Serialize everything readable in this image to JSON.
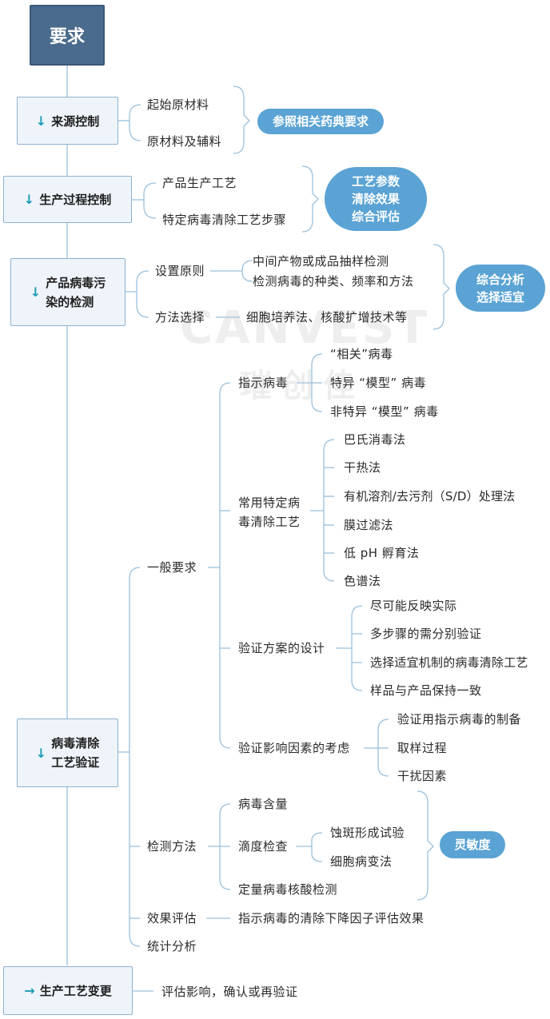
{
  "root": {
    "label": "要求"
  },
  "sections": {
    "source": {
      "label": "来源控制",
      "items": [
        "起始原材料",
        "原材料及辅料"
      ],
      "note": "参照相关药典要求"
    },
    "process": {
      "label": "生产过程控制",
      "items": [
        "产品生产工艺",
        "特定病毒清除工艺步骤"
      ],
      "note": [
        "工艺参数",
        "清除效果",
        "综合评估"
      ]
    },
    "detection": {
      "label_lines": [
        "产品病毒污",
        "染的检测"
      ],
      "principle": {
        "label": "设置原则",
        "items": [
          "中间产物或成品抽样检测",
          "检测病毒的种类、频率和方法"
        ]
      },
      "method": {
        "label": "方法选择",
        "item": "细胞培养法、核酸扩增技术等"
      },
      "note": [
        "综合分析",
        "选择适宜"
      ]
    },
    "validation": {
      "label_lines": [
        "病毒清除",
        "工艺验证"
      ],
      "general": {
        "label": "一般要求",
        "indicator": {
          "label": "指示病毒",
          "items": [
            "“相关”病毒",
            "特异 “模型” 病毒",
            "非特异 “模型” 病毒"
          ]
        },
        "common": {
          "label_lines": [
            "常用特定病",
            "毒清除工艺"
          ],
          "items": [
            "巴氏消毒法",
            "干热法",
            "有机溶剂/去污剂（S/D）处理法",
            "膜过滤法",
            "低 pH 孵育法",
            "色谱法"
          ]
        },
        "design": {
          "label": "验证方案的设计",
          "items": [
            "尽可能反映实际",
            "多步骤的需分别验证",
            "选择适宜机制的病毒清除工艺",
            "样品与产品保持一致"
          ]
        },
        "factors": {
          "label": "验证影响因素的考虑",
          "items": [
            "验证用指示病毒的制备",
            "取样过程",
            "干扰因素"
          ]
        }
      },
      "detection_method": {
        "label": "检测方法",
        "content": "病毒含量",
        "titer": {
          "label": "滴度检查",
          "items": [
            "蚀斑形成试验",
            "细胞病变法"
          ]
        },
        "nucleic": "定量病毒核酸检测",
        "note": "灵敏度"
      },
      "effect": {
        "label": "效果评估",
        "item": "指示病毒的清除下降因子评估效果"
      },
      "stats": {
        "label": "统计分析"
      }
    },
    "change": {
      "label": "生产工艺变更",
      "item": "评估影响，确认或再验证"
    }
  },
  "watermark": {
    "brand": "CANVEST",
    "cn": "璀创佳"
  },
  "colors": {
    "root_fill": "#4a6b8c",
    "box_fill": "#eef4fa",
    "box_border": "#8fb1cf",
    "pill_fill": "#5aa3d4",
    "connector": "#9cc0dc",
    "arrow": "#1b9ab5"
  }
}
